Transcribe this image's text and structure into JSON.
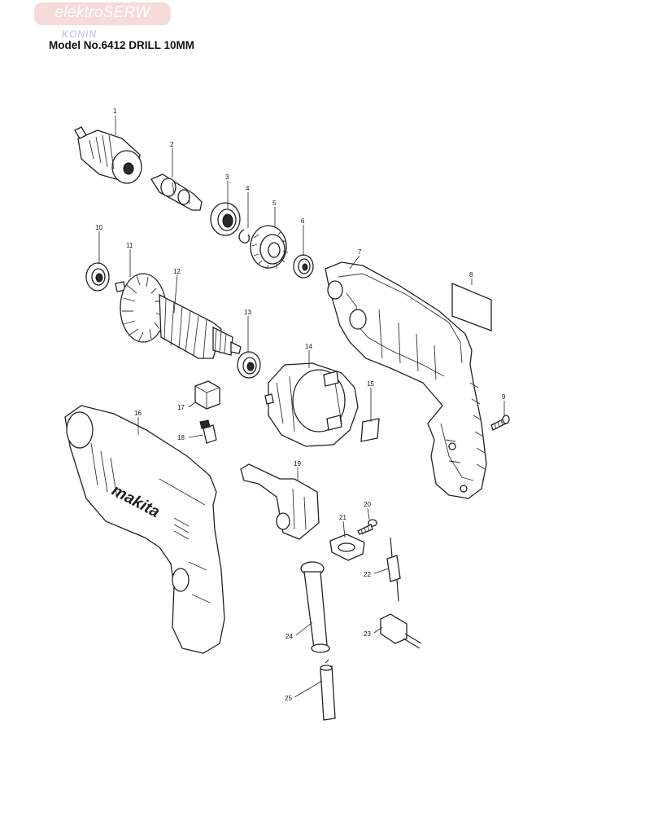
{
  "header": {
    "logo_text": "elektroSERW",
    "logo_sub": "KONIN",
    "model_title": "Model No.6412 DRILL 10MM"
  },
  "diagram": {
    "callouts": [
      "1",
      "2",
      "3",
      "4",
      "5",
      "6",
      "7",
      "8",
      "9",
      "10",
      "11",
      "12",
      "13",
      "14",
      "15",
      "16",
      "17",
      "18",
      "19",
      "20",
      "21",
      "22",
      "23",
      "24",
      "25"
    ],
    "housing_brand": "makita"
  }
}
